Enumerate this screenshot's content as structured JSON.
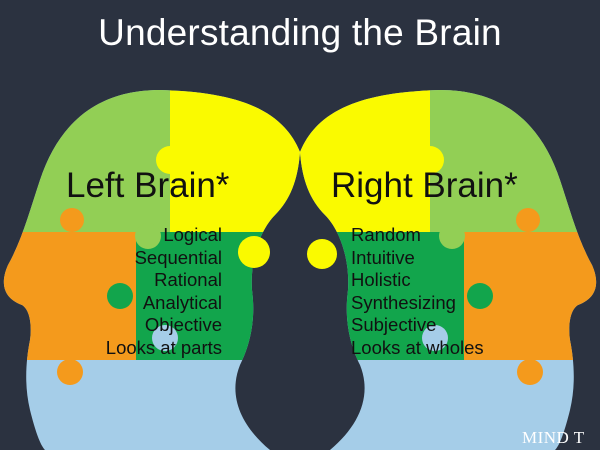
{
  "title": "Understanding the Brain",
  "left": {
    "heading": "Left Brain*",
    "traits": [
      "Logical",
      "Sequential",
      "Rational",
      "Analytical",
      "Objective",
      "Looks at parts"
    ]
  },
  "right": {
    "heading": "Right Brain*",
    "traits": [
      "Random",
      "Intuitive",
      "Holistic",
      "Synthesizing",
      "Subjective",
      "Looks at wholes"
    ]
  },
  "credit": "MIND T",
  "colors": {
    "background": "#2b3240",
    "light_green": "#92cf55",
    "yellow": "#fafa00",
    "dark_green": "#12a54c",
    "orange": "#f49a1c",
    "light_blue": "#a5cde8"
  }
}
